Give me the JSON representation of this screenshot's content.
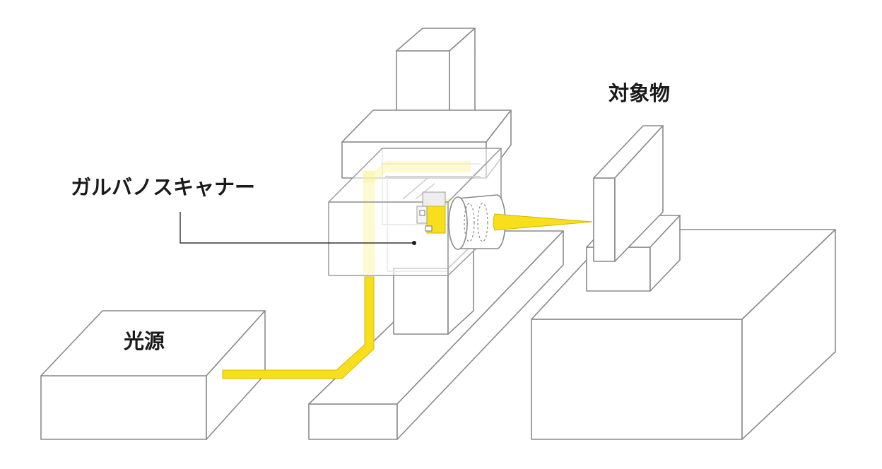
{
  "labels": {
    "light_source": "光源",
    "galvano_scanner": "ガルバノスキャナー",
    "target": "対象物"
  },
  "colors": {
    "beam": "#f7df1e",
    "outline": "#8a8a8a",
    "text": "#1a1a1a"
  }
}
